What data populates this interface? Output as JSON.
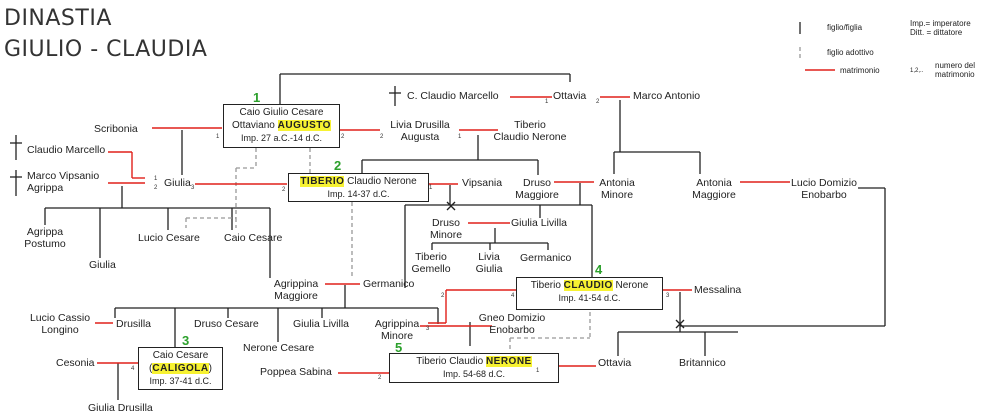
{
  "title": {
    "line1": "DINASTIA",
    "line2": "GIULIO - CLAUDIA"
  },
  "legend": {
    "figlio": "figlio/figlia",
    "figlio_adottivo": "figlio adottivo",
    "matrimonio": "matrimonio",
    "imp": "Imp.= imperatore",
    "ditt": "Ditt. = dittatore",
    "num_sym": "1,2,..",
    "num_label_1": "numero del",
    "num_label_2": "matrimonio"
  },
  "emperors": {
    "augusto": {
      "num": "1",
      "l1": "Caio Giulio Cesare",
      "l2a": "Ottaviano ",
      "hl": "AUGUSTO",
      "l3": "Imp. 27 a.C.-14 d.C."
    },
    "tiberio": {
      "num": "2",
      "hl": "TIBERIO",
      "l1b": " Claudio Nerone",
      "l2": "Imp. 14-37 d.C."
    },
    "caligola": {
      "num": "3",
      "l1": "Caio Cesare",
      "l2a": "(",
      "hl": "CALIGOLA",
      "l2b": ")",
      "l3": "Imp. 37-41 d.C."
    },
    "claudio": {
      "num": "4",
      "l1a": "Tiberio ",
      "hl": "CLAUDIO",
      "l1b": " Nerone",
      "l2": "Imp. 41-54 d.C."
    },
    "nerone": {
      "num": "5",
      "l1a": "Tiberio Claudio ",
      "hl": "NERONE",
      "l2": "Imp. 54-68 d.C."
    }
  },
  "people": {
    "c_claudio_marcello": "C. Claudio Marcello",
    "ottavia_top": "Ottavia",
    "marco_antonio": "Marco Antonio",
    "scribonia": "Scribonia",
    "livia_1": "Livia Drusilla",
    "livia_2": "Augusta",
    "tib_cn_1": "Tiberio",
    "tib_cn_2": "Claudio Nerone",
    "claudio_marcello": "Claudio Marcello",
    "mvagrippa_1": "Marco Vipsanio",
    "mvagrippa_2": "Agrippa",
    "giulia": "Giulia",
    "vipsania": "Vipsania",
    "druso_m_1": "Druso",
    "druso_m_2": "Maggiore",
    "antonia_min_1": "Antonia",
    "antonia_min_2": "Minore",
    "antonia_mag_1": "Antonia",
    "antonia_mag_2": "Maggiore",
    "lucio_domizio_1": "Lucio Domizio",
    "lucio_domizio_2": "Enobarbo",
    "agrippa_p_1": "Agrippa",
    "agrippa_p_2": "Postumo",
    "giulia_minore": "Giulia",
    "lucio_cesare": "Lucio Cesare",
    "caio_cesare": "Caio Cesare",
    "druso_minore_1": "Druso",
    "druso_minore_2": "Minore",
    "giulia_livilla_top": "Giulia Livilla",
    "tib_gemello_1": "Tiberio",
    "tib_gemello_2": "Gemello",
    "livia_giulia_1": "Livia",
    "livia_giulia_2": "Giulia",
    "germanico_top": "Germanico",
    "agrippina_mag_1": "Agrippina",
    "agrippina_mag_2": "Maggiore",
    "germanico": "Germanico",
    "messalina": "Messalina",
    "lucio_cassio_1": "Lucio Cassio",
    "lucio_cassio_2": "Longino",
    "drusilla": "Drusilla",
    "druso_cesare": "Druso Cesare",
    "giulia_livilla": "Giulia Livilla",
    "nerone_cesare": "Nerone Cesare",
    "agrippina_min_1": "Agrippina",
    "agrippina_min_2": "Minore",
    "gneo_1": "Gneo Domizio",
    "gneo_2": "Enobarbo",
    "cesonia": "Cesonia",
    "giulia_drusilla": "Giulia Drusilla",
    "poppea": "Poppea Sabina",
    "ottavia": "Ottavia",
    "britannico": "Britannico"
  },
  "marriage_numbers": {
    "n1": "1",
    "n2": "2",
    "n3": "3",
    "n4": "4"
  },
  "colors": {
    "marriage": "#e0201a",
    "line": "#222222",
    "adoptive": "#999999",
    "highlight": "#f7f232",
    "number": "#2ca02c"
  }
}
